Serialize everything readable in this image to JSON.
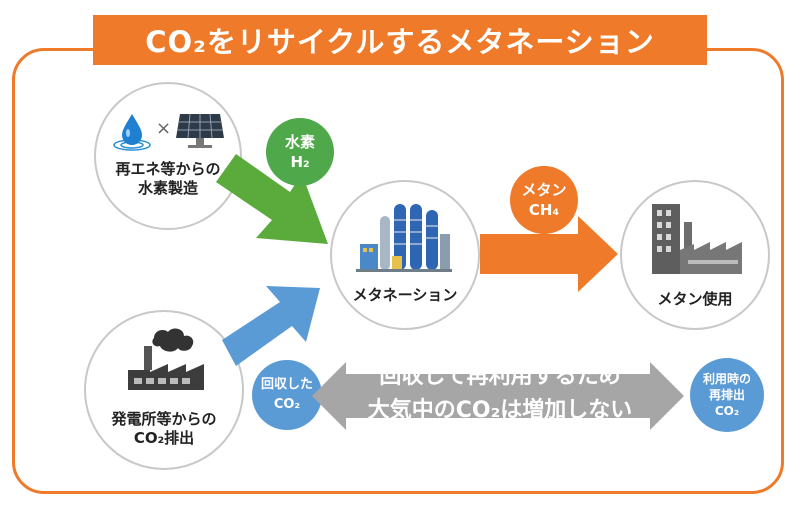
{
  "title": "CO₂をリサイクルするメタネーション",
  "nodes": {
    "hydrogen_source": {
      "label_line1": "再エネ等からの",
      "label_line2": "水素製造"
    },
    "co2_source": {
      "label_line1": "発電所等からの",
      "label_line2": "CO₂排出"
    },
    "methanation": {
      "label": "メタネーション"
    },
    "methane_use": {
      "label": "メタン使用"
    }
  },
  "bubbles": {
    "hydrogen": {
      "line1": "水素",
      "line2": "H₂"
    },
    "methane": {
      "line1": "メタン",
      "line2": "CH₄"
    },
    "recovered_co2": {
      "line1": "回収した",
      "line2": "CO₂"
    },
    "reemitted_co2": {
      "line1": "利用時の",
      "line2": "再排出",
      "line3": "CO₂"
    }
  },
  "balance_message": {
    "line1": "回収して再利用するため",
    "line2": "大気中のCO₂は増加しない"
  },
  "colors": {
    "orange": "#ee7a2a",
    "green": "#5aab3c",
    "green_bubble": "#4fa84a",
    "blue": "#5b9bd5",
    "gray": "#a6a6a6",
    "frame_border": "#ee7a2a"
  },
  "icons": [
    "water-drop-icon",
    "solar-panel-icon",
    "factory-smoke-icon",
    "methanation-plant-icon",
    "gas-factory-icon"
  ]
}
